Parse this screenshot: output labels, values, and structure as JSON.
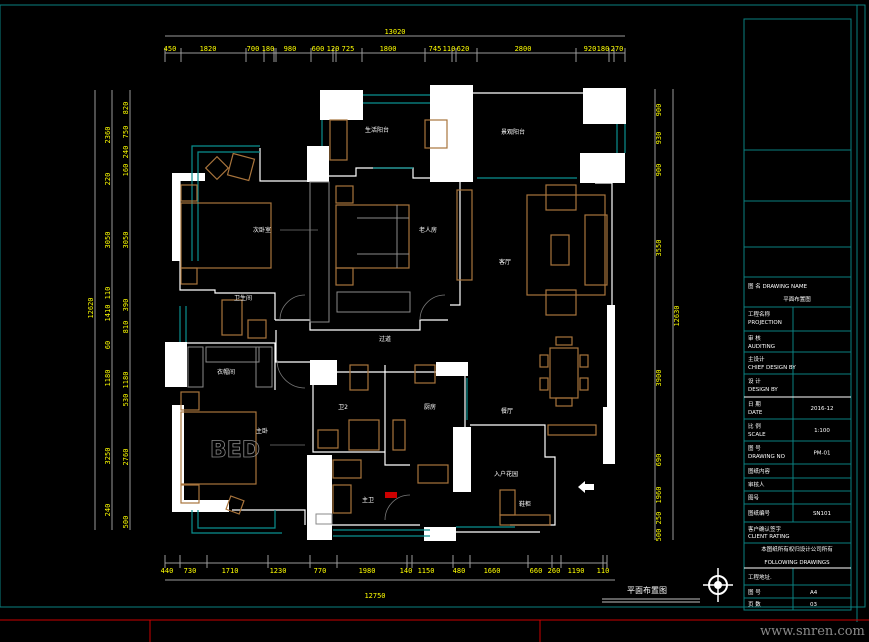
{
  "drawing_title": "平面布置图",
  "watermark": "www.snren.com",
  "dimensions": {
    "top_total": "13020",
    "top_segments": [
      "450",
      "1820",
      "700",
      "180",
      "980",
      "600",
      "120",
      "725",
      "1800",
      "745",
      "110",
      "620",
      "2800",
      "920",
      "180",
      "270"
    ],
    "bottom_total": "12750",
    "bottom_segments": [
      "440",
      "730",
      "1710",
      "1230",
      "770",
      "1980",
      "140",
      "1150",
      "480",
      "1660",
      "660",
      "260",
      "1190",
      "110"
    ],
    "left_total": "12620",
    "left_outer": [
      "2360",
      "220",
      "3050",
      "110",
      "1410",
      "60",
      "1180",
      "3250",
      "240"
    ],
    "left_inner": [
      "820",
      "750",
      "240",
      "160",
      "3050",
      "390",
      "810",
      "1180",
      "530",
      "2760",
      "500"
    ],
    "right_total": "12630",
    "right_segments": [
      "900",
      "930",
      "900",
      "3550",
      "3900",
      "690",
      "1960",
      "250",
      "500"
    ]
  },
  "rooms": [
    {
      "label": "生活阳台"
    },
    {
      "label": "景观阳台"
    },
    {
      "label": "次卧室"
    },
    {
      "label": "老人房"
    },
    {
      "label": "客厅"
    },
    {
      "label": "卫生间"
    },
    {
      "label": "过道"
    },
    {
      "label": "衣帽间"
    },
    {
      "label": "主卧"
    },
    {
      "label": "卫2"
    },
    {
      "label": "厨房"
    },
    {
      "label": "餐厅"
    },
    {
      "label": "主卫"
    },
    {
      "label": "入户花园"
    },
    {
      "label": "鞋柜"
    }
  ],
  "furniture_text": {
    "bed": "BED"
  },
  "title_block": {
    "drawing_name_label": "图 名  DRAWING NAME",
    "drawing_name_value": "平面布置图",
    "rows": [
      {
        "label": "工程名称",
        "label_en": "PROJECTION",
        "value": ""
      },
      {
        "label": "审 核",
        "label_en": "AUDITING",
        "value": ""
      },
      {
        "label": "主设计",
        "label_en": "CHIEF DESIGN BY",
        "value": ""
      },
      {
        "label": "设 计",
        "label_en": "DESIGN BY",
        "value": ""
      },
      {
        "label": "日 期",
        "label_en": "DATE",
        "value": "2016-12"
      },
      {
        "label": "比 例",
        "label_en": "SCALE",
        "value": "1:100"
      },
      {
        "label": "图 号",
        "label_en": "DRAWING NO",
        "value": "PM-01"
      },
      {
        "label": "图纸内容",
        "label_en": "",
        "value": ""
      },
      {
        "label": "审核人",
        "label_en": "",
        "value": ""
      },
      {
        "label": "图号",
        "label_en": "",
        "value": ""
      },
      {
        "label": "图纸编号",
        "label_en": "",
        "value": "SN101"
      }
    ],
    "client_label": "客户确认签字",
    "client_label_en": "CLIENT RATING",
    "ownership_note": "本图纸所有权归设计公司所有",
    "following": "FOLLOWING DRAWINGS",
    "address_label": "工程地址.",
    "sheet_label": "图 号",
    "sheet_value": "A4",
    "page_label": "页 数",
    "page_value": "03"
  }
}
